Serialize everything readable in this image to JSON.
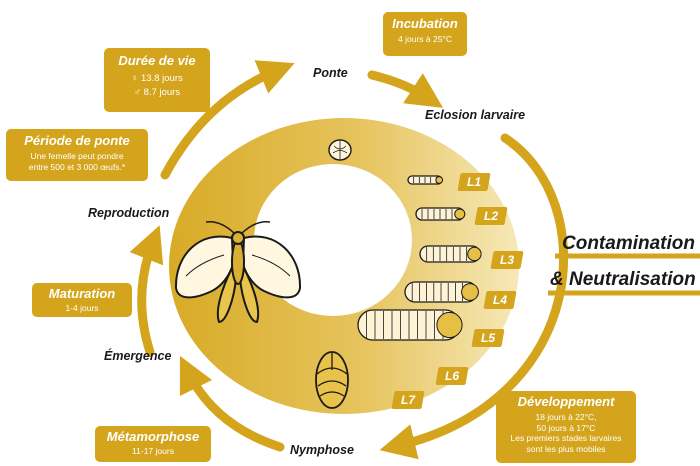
{
  "colors": {
    "gold": "#d4a51c",
    "dark": "#1a1a1a"
  },
  "cycle_stages": {
    "ponte": "Ponte",
    "eclosion": "Eclosion larvaire",
    "reproduction": "Reproduction",
    "emergence": "Émergence",
    "nymphose": "Nymphose"
  },
  "info_boxes": {
    "incubation": {
      "title": "Incubation",
      "detail": "4 jours à 25°C"
    },
    "duree_vie": {
      "title": "Durée de vie",
      "female": "♀ 13.8 jours",
      "male": "♂ 8.7 jours"
    },
    "periode_ponte": {
      "title": "Période de ponte",
      "line1": "Une femelle peut pondre",
      "line2": "entre 500 et 3 000 œufs.*"
    },
    "maturation": {
      "title": "Maturation",
      "detail": "1-4 jours"
    },
    "metamorphose": {
      "title": "Métamorphose",
      "detail": "11-17 jours"
    },
    "developpement": {
      "title": "Développement",
      "line1": "18 jours à 22°C,",
      "line2": "50 jours à 17°C",
      "line3": "Les premiers stades larvaires",
      "line4": "sont les plus mobiles"
    }
  },
  "larval_stages": [
    "L1",
    "L2",
    "L3",
    "L4",
    "L5",
    "L6",
    "L7"
  ],
  "side_title": {
    "line1": "Contamination",
    "line2": "& Neutralisation"
  },
  "icons": [
    "egg-icon",
    "moth-icon",
    "larva-icon",
    "pupa-icon",
    "cycle-arrow-icon"
  ]
}
